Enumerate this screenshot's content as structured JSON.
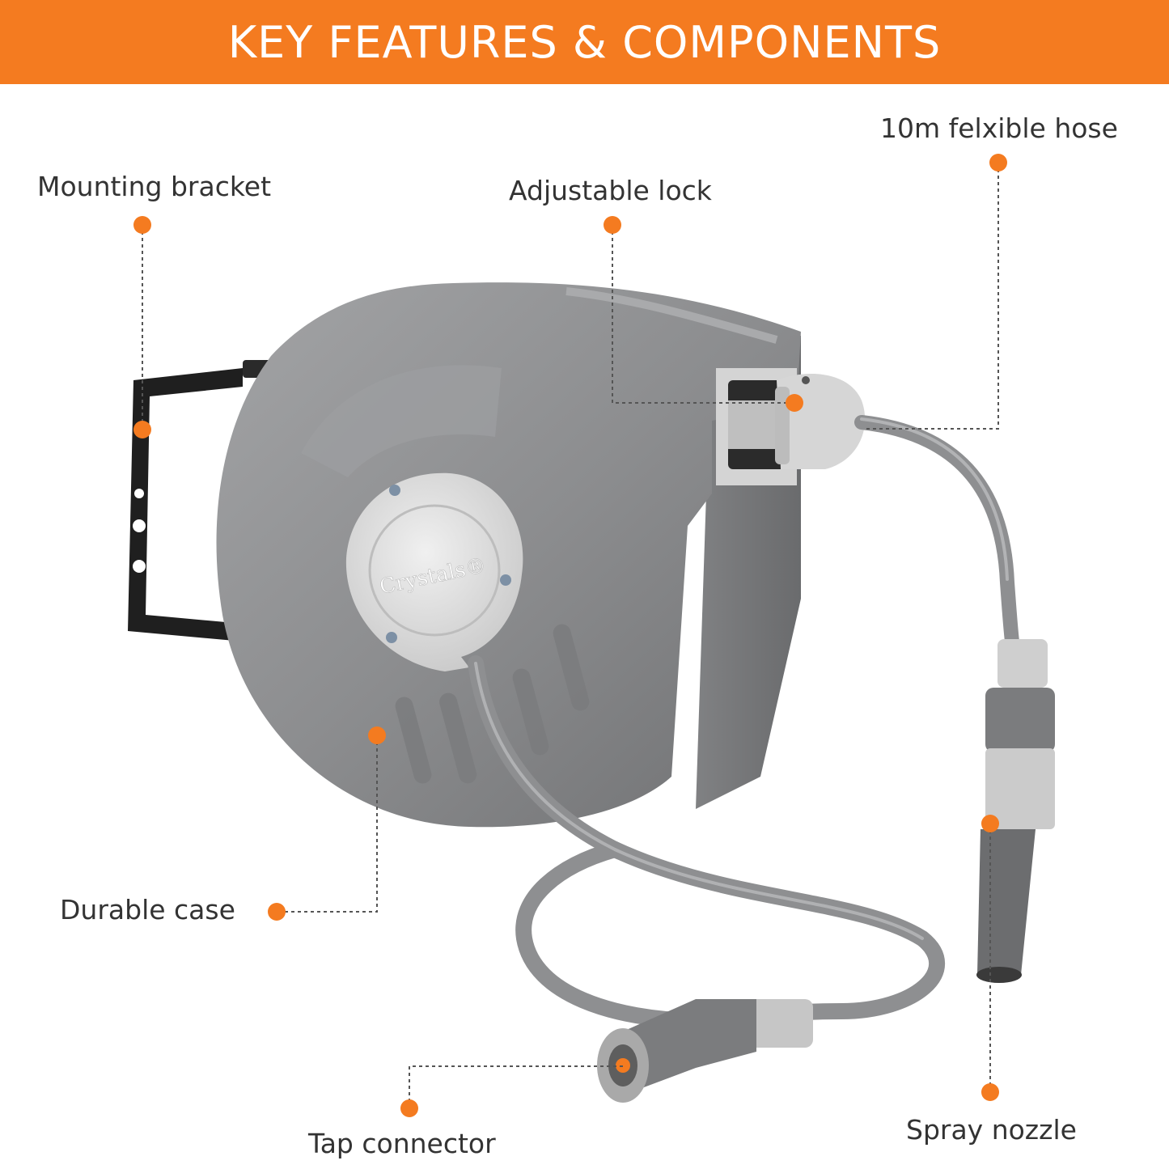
{
  "banner": {
    "title": "KEY FEATURES & COMPONENTS",
    "color": "#f47b20"
  },
  "product": {
    "brand": "Crystals®"
  },
  "callouts": {
    "mounting_bracket": "Mounting bracket",
    "adjustable_lock": "Adjustable lock",
    "hose": "10m felxible hose",
    "durable_case": "Durable case",
    "tap_connector": "Tap connector",
    "spray_nozzle": "Spray nozzle"
  },
  "colors": {
    "accent": "#f47b20",
    "case": "#8a8b8d",
    "hub": "#d9d9d9",
    "hose": "#8e8f91",
    "bracket": "#1f1f1f"
  }
}
